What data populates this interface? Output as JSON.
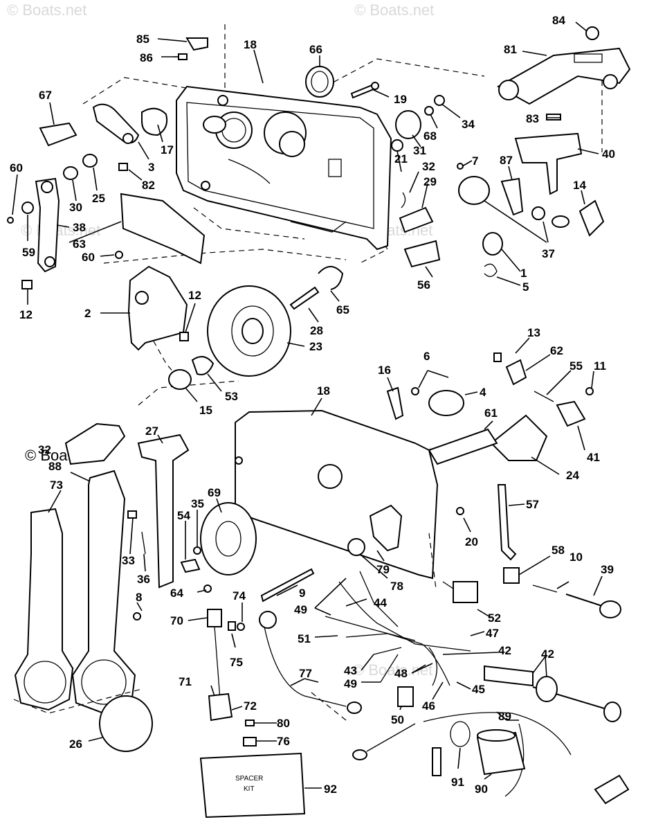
{
  "watermark": {
    "text": "© Boats.net"
  },
  "spacer_kit": {
    "line1": "SPACER",
    "line2": "KIT"
  },
  "callouts": [
    "85",
    "86",
    "18",
    "66",
    "84",
    "81",
    "67",
    "19",
    "83",
    "34",
    "68",
    "31",
    "40",
    "17",
    "3",
    "7",
    "87",
    "60",
    "25",
    "82",
    "21",
    "32",
    "29",
    "14",
    "30",
    "38",
    "63",
    "59",
    "60b",
    "37",
    "1",
    "5",
    "56",
    "12",
    "2",
    "12b",
    "65",
    "28",
    "23",
    "13",
    "62",
    "11",
    "16",
    "6",
    "4",
    "55",
    "15",
    "53",
    "18b",
    "61",
    "41",
    "24",
    "27",
    "32b",
    "88",
    "69",
    "73",
    "35",
    "54",
    "57",
    "20",
    "33",
    "36",
    "79",
    "58",
    "10",
    "39",
    "78",
    "8",
    "64",
    "9",
    "44",
    "49",
    "74",
    "70",
    "52",
    "75",
    "47",
    "51",
    "42",
    "42b",
    "77",
    "43",
    "48",
    "49b",
    "45",
    "71",
    "72",
    "46",
    "50",
    "89",
    "80",
    "76",
    "26",
    "91",
    "90",
    "92"
  ],
  "labels": {
    "85": "85",
    "86": "86",
    "18": "18",
    "66": "66",
    "84": "84",
    "81": "81",
    "67": "67",
    "19": "19",
    "83": "83",
    "34": "34",
    "68": "68",
    "31": "31",
    "40": "40",
    "17": "17",
    "3": "3",
    "7": "7",
    "87": "87",
    "60": "60",
    "25": "25",
    "82": "82",
    "21": "21",
    "32": "32",
    "29": "29",
    "14": "14",
    "30": "30",
    "38": "38",
    "63": "63",
    "59": "59",
    "60b": "60",
    "37": "37",
    "1": "1",
    "5": "5",
    "56": "56",
    "12": "12",
    "2": "2",
    "12b": "12",
    "65": "65",
    "28": "28",
    "23": "23",
    "13": "13",
    "62": "62",
    "11": "11",
    "16": "16",
    "6": "6",
    "4": "4",
    "55": "55",
    "15": "15",
    "53": "53",
    "18b": "18",
    "61": "61",
    "41": "41",
    "24": "24",
    "27": "27",
    "32b": "32",
    "88": "88",
    "69": "69",
    "73": "73",
    "35": "35",
    "54": "54",
    "57": "57",
    "20": "20",
    "33": "33",
    "36": "36",
    "79": "79",
    "58": "58",
    "10": "10",
    "39": "39",
    "78": "78",
    "8": "8",
    "64": "64",
    "9": "9",
    "44": "44",
    "49": "49",
    "74": "74",
    "70": "70",
    "52": "52",
    "75": "75",
    "47": "47",
    "51": "51",
    "42": "42",
    "42b": "42",
    "77": "77",
    "43": "43",
    "48": "48",
    "49b": "49",
    "45": "45",
    "71": "71",
    "72": "72",
    "46": "46",
    "50": "50",
    "89": "89",
    "80": "80",
    "76": "76",
    "26": "26",
    "91": "91",
    "90": "90",
    "92": "92"
  }
}
